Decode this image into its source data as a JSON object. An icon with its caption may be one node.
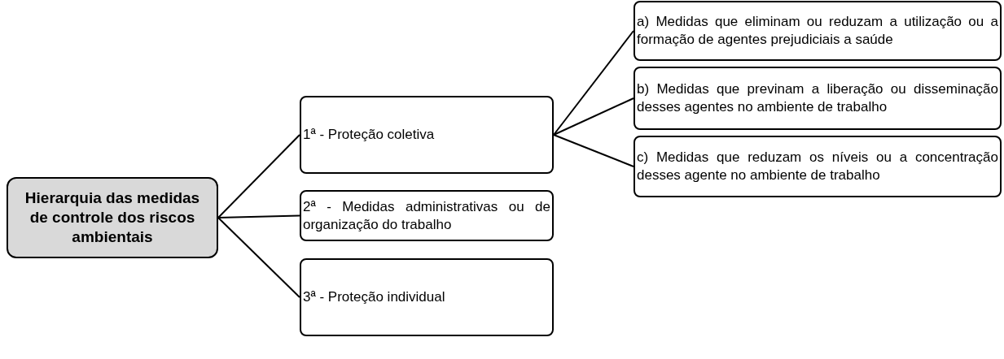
{
  "diagram": {
    "nodes": [
      {
        "text": [
          "Hierarquia das medidas de controle dos riscos ambientais"
        ]
      },
      {
        "text": [
          "1ª - Proteção coletiva"
        ]
      },
      {
        "text": [
          "2ª - Medidas administrativas ou de organização do trabalho"
        ]
      },
      {
        "text": [
          "3ª - Proteção individual"
        ]
      },
      {
        "text": [
          "a) Medidas que eliminam ou reduzam a utilização ou a formação de agentes prejudiciais a saúde"
        ]
      },
      {
        "text": [
          "b) Medidas que previnam a liberação ou disseminação desses agentes no ambiente de trabalho"
        ]
      },
      {
        "text": [
          "c) Medidas que reduzam os níveis ou a concentração desses agente no ambiente de trabalho"
        ]
      }
    ],
    "edges": [
      {
        "from": 0,
        "to": 1,
        "arrow": "none"
      },
      {
        "from": 0,
        "to": 2,
        "arrow": "none"
      },
      {
        "from": 0,
        "to": 3,
        "arrow": "none"
      },
      {
        "from": 1,
        "to": 4,
        "arrow": "none"
      },
      {
        "from": 1,
        "to": 5,
        "arrow": "none"
      },
      {
        "from": 1,
        "to": 6,
        "arrow": "none"
      }
    ]
  }
}
